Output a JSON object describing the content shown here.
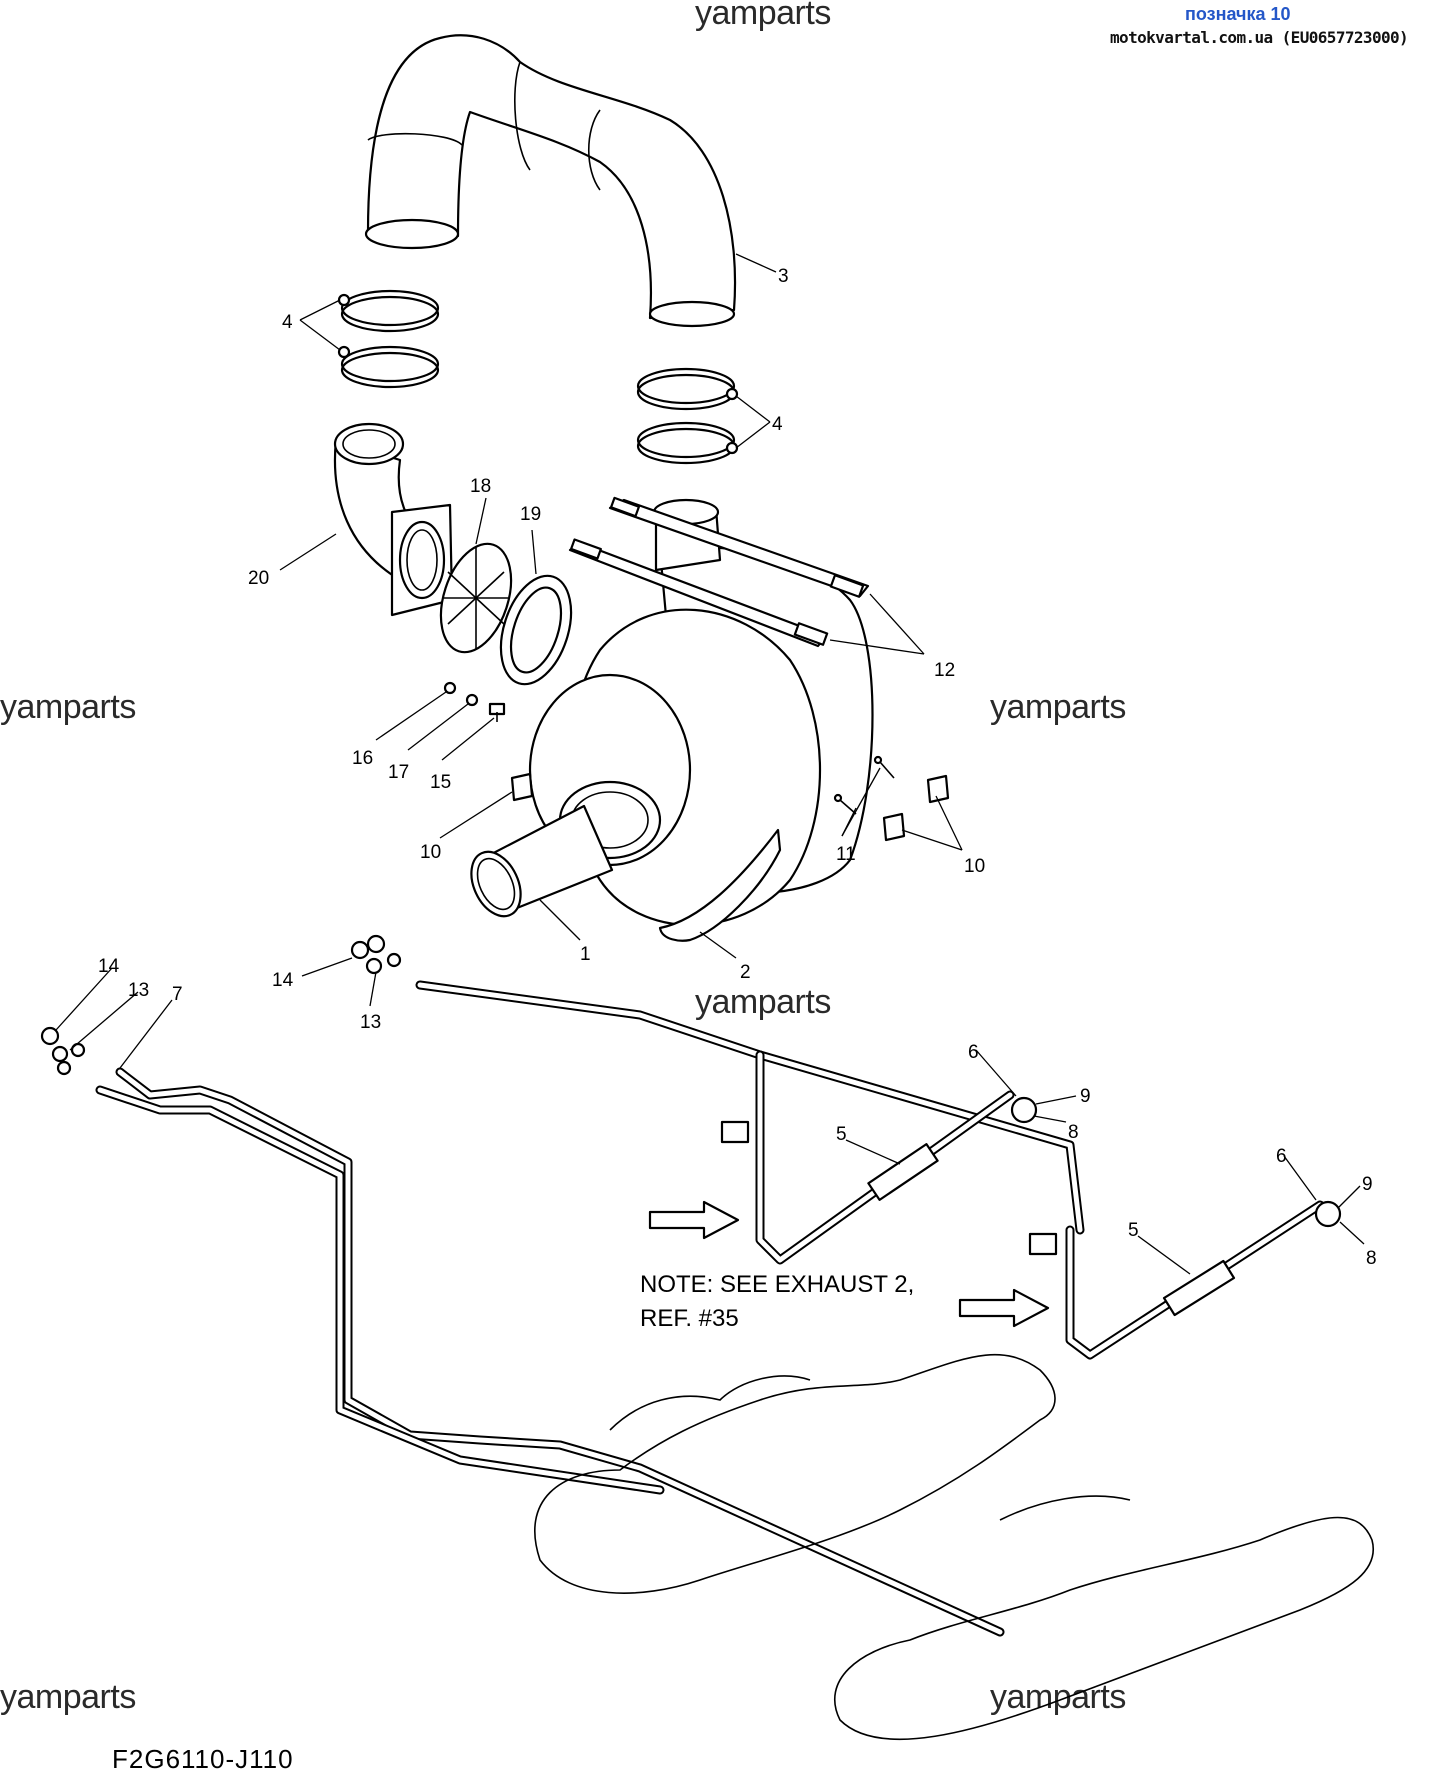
{
  "header": {
    "label": "позначка 10",
    "site": "motokvartal.com.ua (EU0657723000)"
  },
  "watermarks": [
    "yamparts",
    "yamparts",
    "yamparts",
    "yamparts",
    "yamparts",
    "yamparts"
  ],
  "note": {
    "line1": "NOTE: SEE EXHAUST 2,",
    "line2": "REF. #35"
  },
  "figure_code": "F2G6110-J110",
  "callouts": {
    "n1": "1",
    "n2": "2",
    "n3": "3",
    "n4a": "4",
    "n4b": "4",
    "n5a": "5",
    "n5b": "5",
    "n6a": "6",
    "n6b": "6",
    "n7": "7",
    "n8a": "8",
    "n8b": "8",
    "n9a": "9",
    "n9b": "9",
    "n10a": "10",
    "n10b": "10",
    "n11": "11",
    "n12": "12",
    "n13a": "13",
    "n13b": "13",
    "n14a": "14",
    "n14b": "14",
    "n15": "15",
    "n16": "16",
    "n17": "17",
    "n18": "18",
    "n19": "19",
    "n20": "20"
  }
}
